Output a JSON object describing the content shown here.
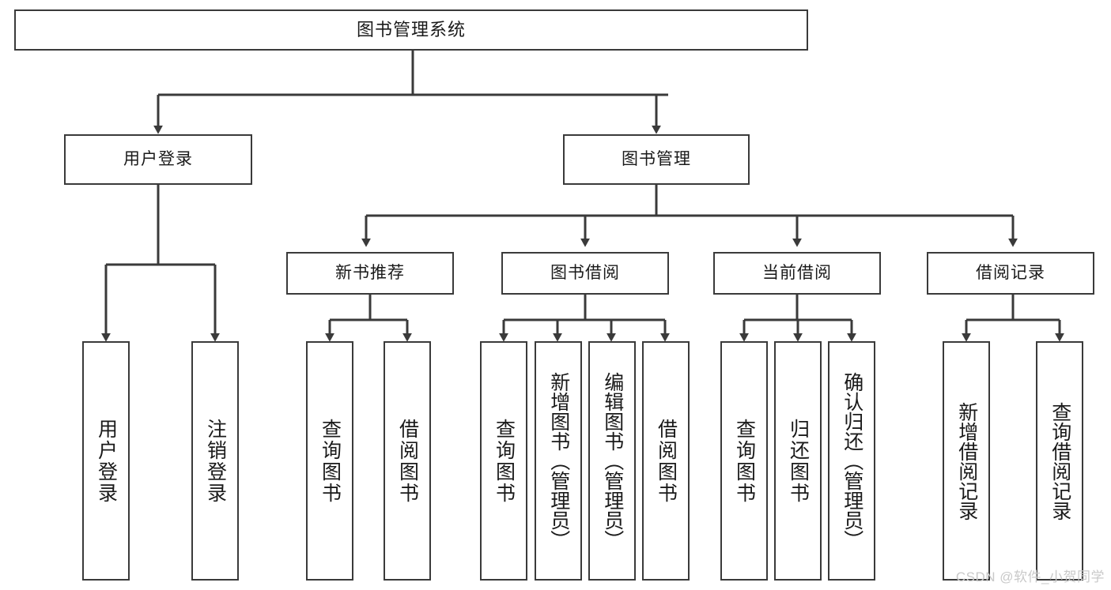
{
  "diagram": {
    "type": "tree",
    "title": "图书管理系统",
    "watermark": "CSDN @软件_小贺同学",
    "colors": {
      "box_border": "#3a3a3a",
      "box_fill": "#ffffff",
      "connector": "#3a3a3a",
      "text": "#1a1a1a",
      "watermark": "#c9c9c9",
      "background": "#ffffff"
    },
    "root": {
      "label": "图书管理系统"
    },
    "level1": [
      {
        "label": "用户登录"
      },
      {
        "label": "图书管理"
      }
    ],
    "level2": [
      {
        "label": "新书推荐"
      },
      {
        "label": "图书借阅"
      },
      {
        "label": "当前借阅"
      },
      {
        "label": "借阅记录"
      }
    ],
    "leaves": {
      "user_login": [
        {
          "label": "用户登录"
        },
        {
          "label": "注销登录"
        }
      ],
      "new_book_recommend": [
        {
          "label": "查询图书"
        },
        {
          "label": "借阅图书"
        }
      ],
      "book_borrow": [
        {
          "label": "查询图书"
        },
        {
          "label": "新增图书（管理员）"
        },
        {
          "label": "编辑图书（管理员）"
        },
        {
          "label": "借阅图书"
        }
      ],
      "current_borrow": [
        {
          "label": "查询图书"
        },
        {
          "label": "归还图书"
        },
        {
          "label": "确认归还（管理员）"
        }
      ],
      "borrow_record": [
        {
          "label": "新增借阅记录"
        },
        {
          "label": "查询借阅记录"
        }
      ]
    }
  }
}
